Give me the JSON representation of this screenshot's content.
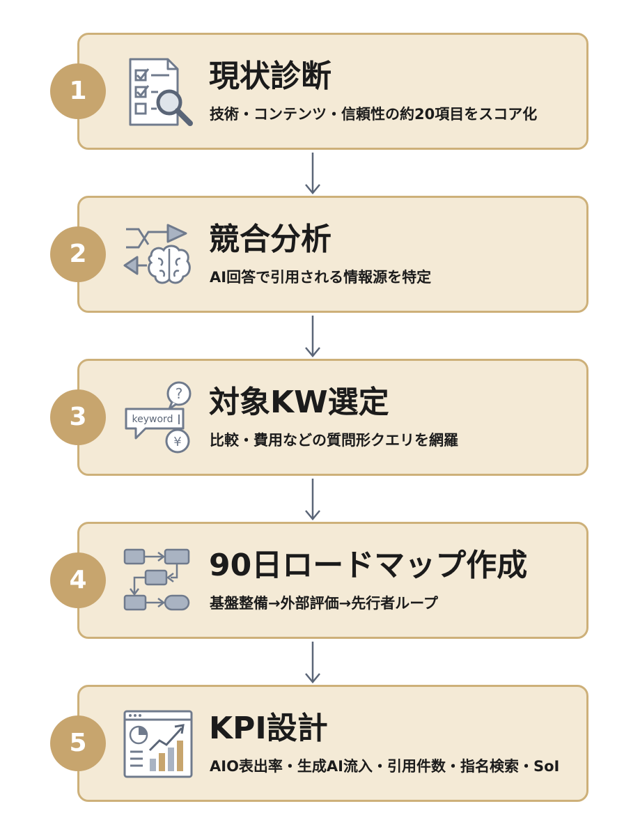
{
  "steps": [
    {
      "number": "1",
      "title": "現状診断",
      "subtitle": "技術・コンテンツ・信頼性の約20項目をスコア化",
      "icon": "checklist-magnifier-icon"
    },
    {
      "number": "2",
      "title": "競合分析",
      "subtitle": "AI回答で引用される情報源を特定",
      "icon": "brain-arrows-icon"
    },
    {
      "number": "3",
      "title": "対象KW選定",
      "subtitle": "比較・費用などの質問形クエリを網羅",
      "icon": "keyword-bubble-icon"
    },
    {
      "number": "4",
      "title": "90日ロードマップ作成",
      "subtitle": "基盤整備→外部評価→先行者ループ",
      "icon": "flowchart-icon"
    },
    {
      "number": "5",
      "title": "KPI設計",
      "subtitle": "AIO表出率・生成AI流入・引用件数・指名検索・SoI",
      "icon": "analytics-dashboard-icon"
    }
  ],
  "icon_texts": {
    "keyword": "keyword",
    "question_mark": "?",
    "yen": "¥"
  },
  "colors": {
    "card_fill": "#f4ead6",
    "card_border": "#cdb079",
    "badge": "#c7a56e",
    "icon_stroke": "#6f7a8c",
    "icon_fill": "#a9b3c2",
    "icon_accent": "#c7a56e",
    "text": "#1b1b1b"
  }
}
